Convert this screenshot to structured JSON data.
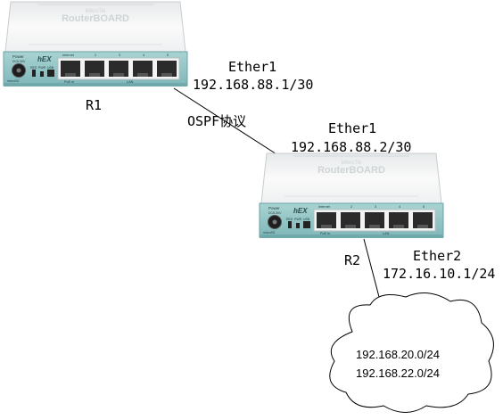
{
  "routers": [
    {
      "id": "R1",
      "label": "R1",
      "logo": "MikroTik",
      "brand": "RouterBOARD",
      "model": "hEX"
    },
    {
      "id": "R2",
      "label": "R2",
      "logo": "MikroTik",
      "brand": "RouterBOARD",
      "model": "hEX"
    }
  ],
  "router_panel": {
    "power_label": "Power",
    "power_sub": "DC8-30V",
    "internet_label": "Internet",
    "port_numbers": [
      "2",
      "3",
      "4",
      "5"
    ],
    "poe_label": "PoE in",
    "lan_label": "LAN",
    "res_label": "RES",
    "pwr_label": "PWR",
    "usb_label": "USB",
    "microsd_label": "microSD"
  },
  "links": {
    "r1_iface": "Ether1",
    "r1_ip": "192.168.88.1/30",
    "protocol": "OSPF协议",
    "r2_iface": "Ether1",
    "r2_ip": "192.168.88.2/30",
    "r2_ether2_iface": "Ether2",
    "r2_ether2_ip": "172.16.10.1/24"
  },
  "cloud": {
    "networks": [
      "192.168.20.0/24",
      "192.168.22.0/24"
    ]
  },
  "colors": {
    "chassis_top": "#f4f5f5",
    "chassis_front": "#8fc3c3",
    "front_dark": "#5fa3a6",
    "port_black": "#2b2b2b",
    "line": "#000000"
  }
}
